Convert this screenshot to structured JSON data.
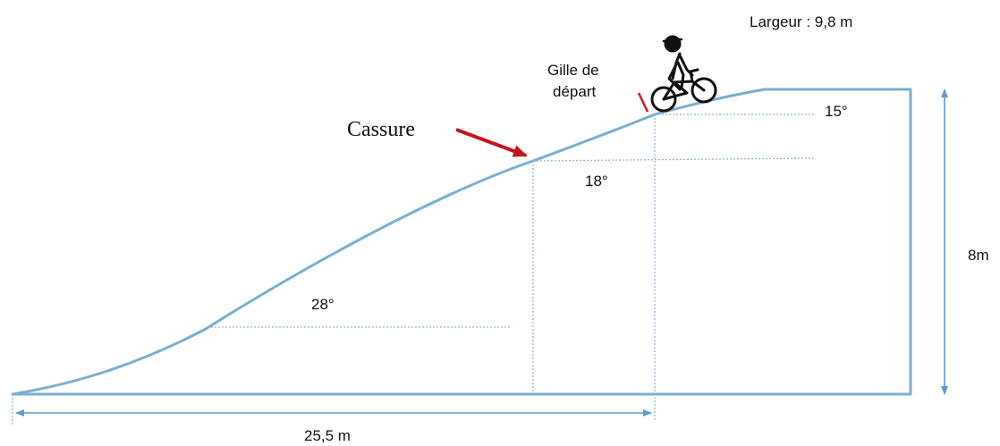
{
  "labels": {
    "width": "Largeur : 9,8 m",
    "gate_line1": "Gille de",
    "gate_line2": "départ",
    "break": "Cassure",
    "angle_top": "15°",
    "angle_mid": "18°",
    "angle_low": "28°",
    "height": "8m",
    "length": "25,5 m"
  },
  "colors": {
    "ramp": "#7aaed0",
    "dimension": "#5b9bd5",
    "arrow": "#c0161c",
    "gate": "#d0142c"
  },
  "icons": {
    "rider": "bmx-rider-icon"
  }
}
